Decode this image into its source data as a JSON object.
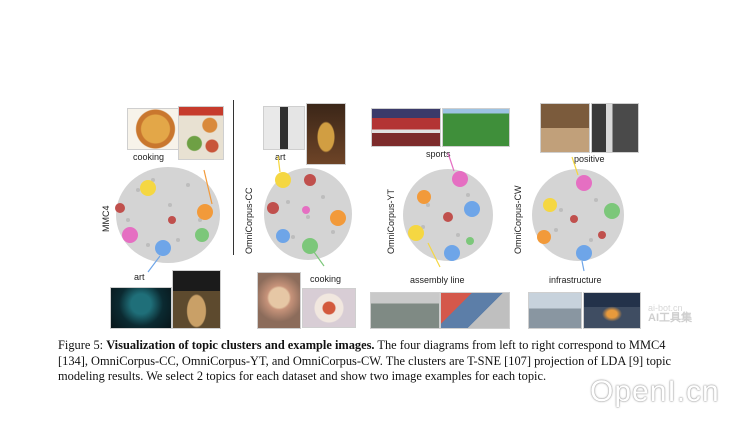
{
  "figure": {
    "panels": [
      {
        "dataset": "MMC4",
        "topics": [
          "cooking",
          "art"
        ]
      },
      {
        "dataset": "OmniCorpus-CC",
        "topics": [
          "art",
          "cooking"
        ]
      },
      {
        "dataset": "OmniCorpus-YT",
        "topics": [
          "sports",
          "assembly line"
        ]
      },
      {
        "dataset": "OmniCorpus-CW",
        "topics": [
          "positive",
          "infrastructure"
        ]
      }
    ]
  },
  "caption": {
    "label": "Figure 5: ",
    "bold": "Visualization of topic clusters and example images.",
    "text": " The four diagrams from left to right correspond to MMC4 [134], OmniCorpus-CC, OmniCorpus-YT, and OmniCorpus-CW. The clusters are T-SNE [107] projection of LDA [9] topic modeling results. We select 2 topics for each dataset and show two image examples for each topic."
  },
  "watermarks": {
    "site_small": "ai-bot.cn",
    "site_small_brand": "AI工具集",
    "site_large": "OpenI.cn"
  },
  "colors": {
    "cluster_yellow": "#f5d742",
    "cluster_orange": "#f29a3a",
    "cluster_green": "#7cc77a",
    "cluster_pink": "#e56fc2",
    "cluster_blue": "#6ea5e8",
    "cluster_red": "#c0504d",
    "noise_gray": "#bdbdbd"
  }
}
